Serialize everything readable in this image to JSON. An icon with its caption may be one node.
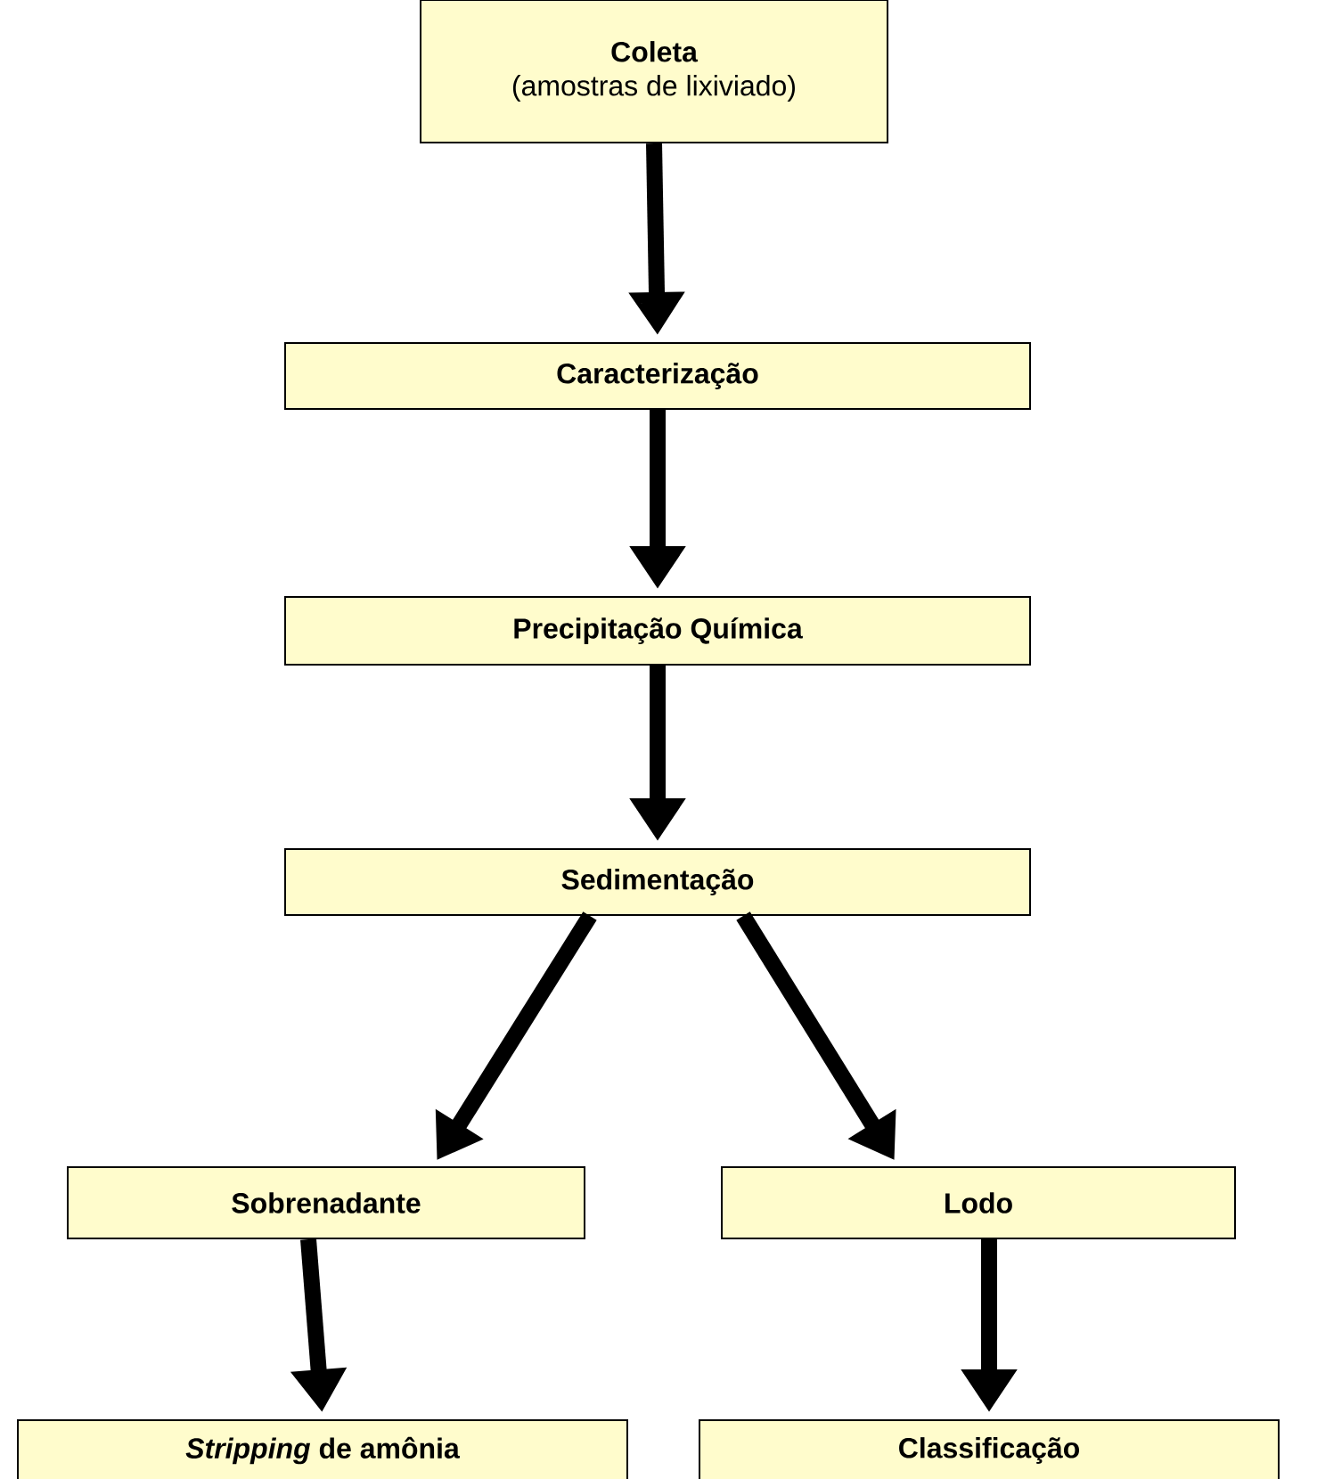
{
  "diagram": {
    "nodes": [
      {
        "text": [
          "Coleta",
          "(amostras de lixiviado)"
        ]
      },
      {
        "text": [
          "Caracterização"
        ]
      },
      {
        "text": [
          "Precipitação Química"
        ]
      },
      {
        "text": [
          "Sedimentação"
        ]
      },
      {
        "text": [
          "Sobrenadante"
        ]
      },
      {
        "text": [
          "Lodo"
        ]
      },
      {
        "text": [
          "*Stripping* de amônia"
        ]
      },
      {
        "text": [
          "Classificação"
        ]
      }
    ],
    "edges": [
      {
        "from": 0,
        "to": 1,
        "arrow": "to"
      },
      {
        "from": 1,
        "to": 2,
        "arrow": "to"
      },
      {
        "from": 2,
        "to": 3,
        "arrow": "to"
      },
      {
        "from": 3,
        "to": 4,
        "arrow": "to"
      },
      {
        "from": 3,
        "to": 5,
        "arrow": "to"
      },
      {
        "from": 4,
        "to": 6,
        "arrow": "to"
      },
      {
        "from": 5,
        "to": 7,
        "arrow": "to"
      }
    ]
  }
}
